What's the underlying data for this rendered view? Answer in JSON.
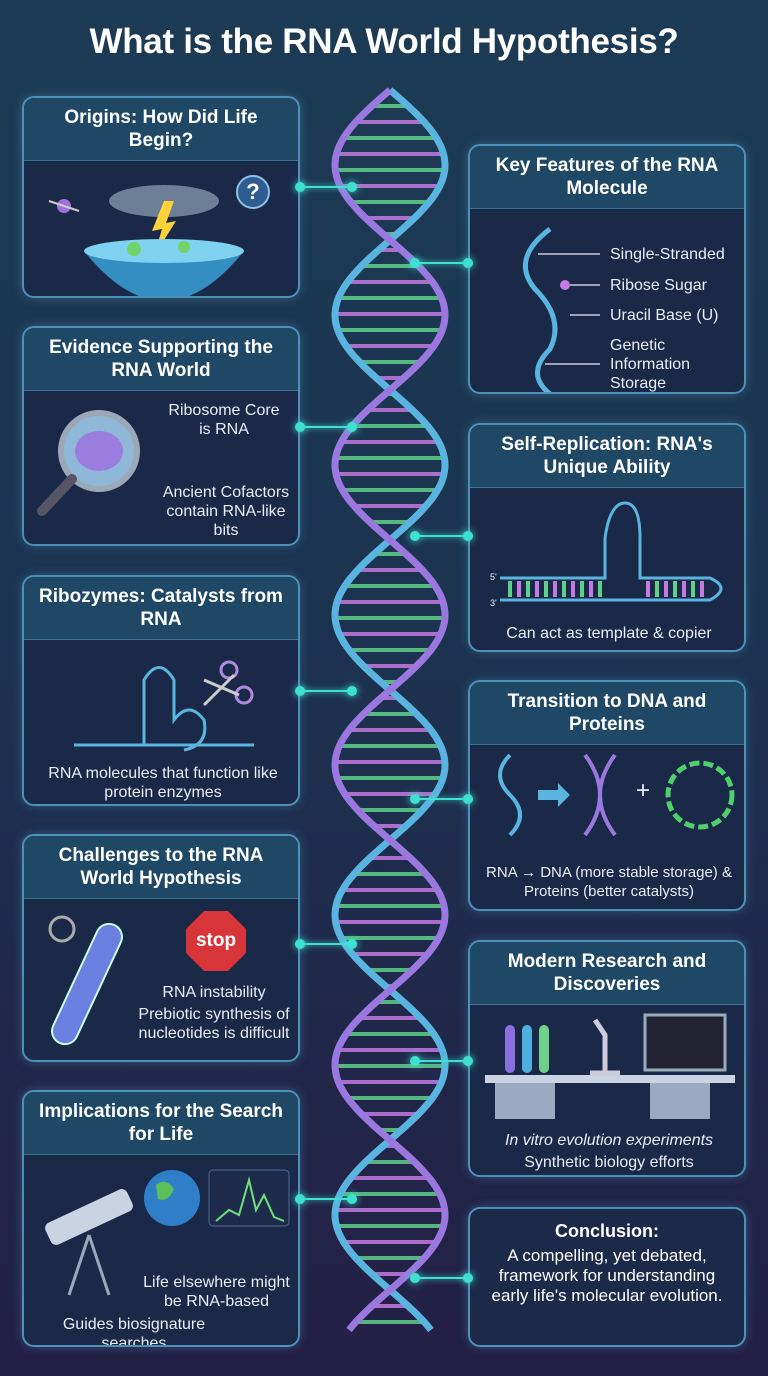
{
  "title": "What is the RNA World Hypothesis?",
  "colors": {
    "accent": "#3fe0d0",
    "card_border": "#4d90b8",
    "helix_blue": "#5ab4e0",
    "helix_purple": "#9a78e0",
    "rung_green": "#5fd08a",
    "rung_pink": "#c47ae0"
  },
  "left": [
    {
      "title": "Origins: How Did Life Begin?",
      "icon": "primordial-soup-lightning-icon",
      "question": "?"
    },
    {
      "title": "Evidence Supporting the RNA World",
      "icon": "magnifying-glass-ribosome-icon",
      "points": [
        "Ribosome Core is RNA",
        "Ancient Cofactors contain RNA-like bits"
      ]
    },
    {
      "title": "Ribozymes: Catalysts from RNA",
      "icon": "ribozyme-scissors-icon",
      "caption": "RNA molecules that function like protein enzymes"
    },
    {
      "title": "Challenges to the RNA World Hypothesis",
      "icon": "cracked-test-tube-icon",
      "stop": "stop",
      "points": [
        "RNA instability",
        "Prebiotic synthesis of nucleotides is difficult"
      ]
    },
    {
      "title": "Implications for the Search for Life",
      "icon": "telescope-earth-spectrum-icon",
      "points": [
        "Life elsewhere might be RNA-based",
        "Guides biosignature searches"
      ]
    }
  ],
  "right": [
    {
      "title": "Key Features of the RNA Molecule",
      "labels": [
        "Single-Stranded",
        "Ribose Sugar",
        "Uracil Base (U)",
        "Genetic Information Storage"
      ]
    },
    {
      "title": "Self-Replication: RNA's Unique Ability",
      "ends": [
        "5'",
        "3'"
      ],
      "caption": "Can act as template & copier"
    },
    {
      "title": "Transition to DNA and Proteins",
      "plus": "+",
      "caption": "RNA → DNA (more stable storage) & Proteins (better catalysts)"
    },
    {
      "title": "Modern Research and Discoveries",
      "points": [
        "In vitro evolution experiments",
        "Synthetic biology efforts"
      ]
    },
    {
      "title": "Conclusion:",
      "caption": "A compelling, yet debated, framework for understanding early life's molecular evolution."
    }
  ]
}
